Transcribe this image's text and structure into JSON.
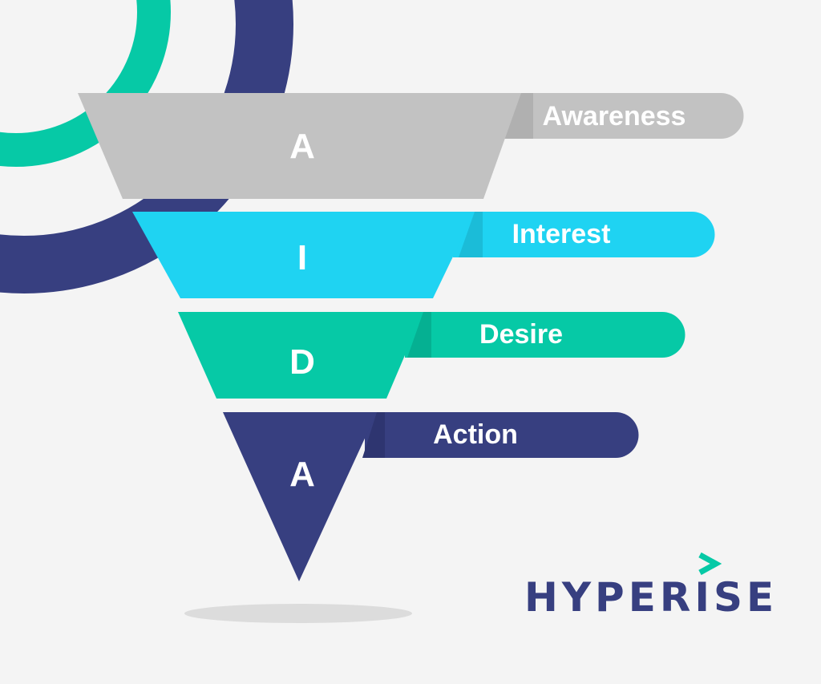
{
  "colors": {
    "background": "#f4f4f4",
    "gray": "#c2c2c2",
    "cyan": "#1fd3f2",
    "teal": "#06c9a6",
    "navy": "#373f80"
  },
  "stages": [
    {
      "letter": "A",
      "label": "Awareness"
    },
    {
      "letter": "I",
      "label": "Interest"
    },
    {
      "letter": "D",
      "label": "Desire"
    },
    {
      "letter": "A",
      "label": "Action"
    }
  ],
  "logo": {
    "text": "HYPERISE"
  }
}
